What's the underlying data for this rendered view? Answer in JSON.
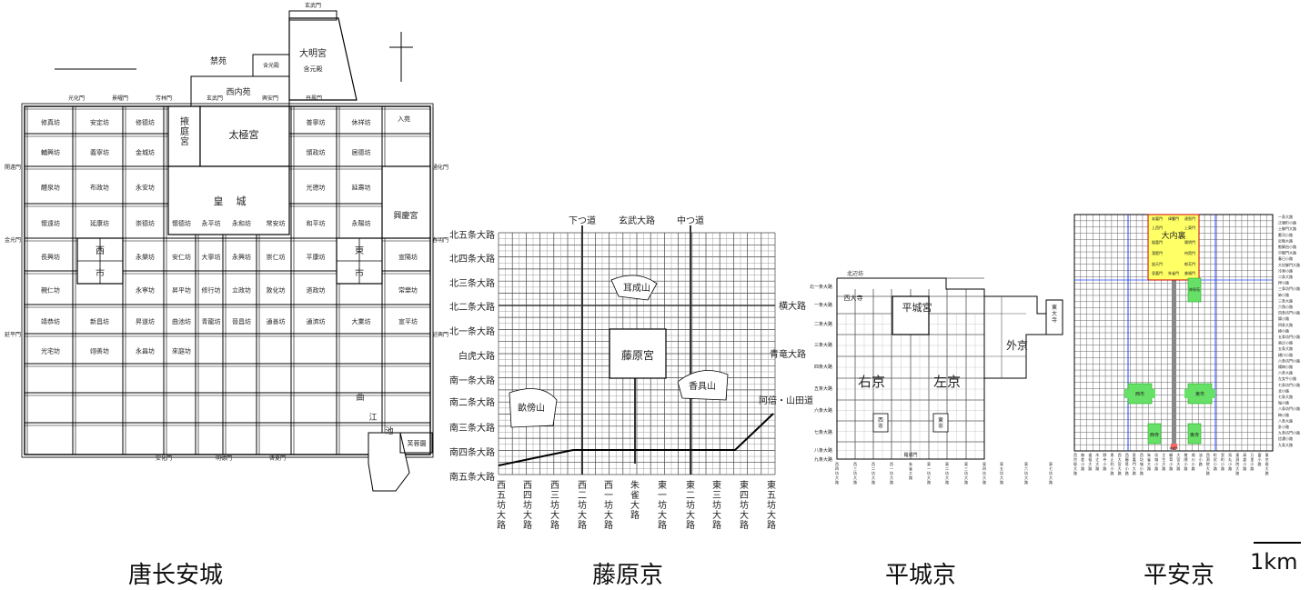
{
  "captions": {
    "changan": "唐长安城",
    "fujiwara": "藤原京",
    "heijo": "平城京",
    "heian": "平安京"
  },
  "scale_label": "1km",
  "changan": {
    "gates_top": [
      "玄武門",
      "大明宮",
      "含元殿",
      "西内苑",
      "含光殿",
      "禁苑",
      "光化門",
      "景曜門",
      "芳林門",
      "玄武門",
      "興安門",
      "丹鳳門"
    ],
    "palaces": [
      "太極宮",
      "掖庭宮",
      "皇城",
      "興慶宮"
    ],
    "markets": [
      "西",
      "市",
      "東",
      "市"
    ],
    "gates_side": [
      "開遠門",
      "金光門",
      "延平門",
      "通化門",
      "春明門",
      "延興門"
    ],
    "gates_bottom": [
      "安化門",
      "明德門",
      "啓夏門"
    ],
    "wards": [
      "修真坊",
      "安定坊",
      "修德坊",
      "普寧坊",
      "休祥坊",
      "輔興坊",
      "義寧坊",
      "金城坊",
      "頒政坊",
      "居德坊",
      "醴泉坊",
      "布政坊",
      "永安坊",
      "光德坊",
      "延壽坊",
      "懷遠坊",
      "延康坊",
      "崇德坊",
      "懷德坊",
      "永平坊",
      "永和坊",
      "常安坊",
      "和平坊",
      "永陽坊",
      "長興坊",
      "永樂坊",
      "安仁坊",
      "大寧坊",
      "永興坊",
      "崇仁坊",
      "平康坊",
      "宣陽坊",
      "親仁坊",
      "永寧坊",
      "昇平坊",
      "修行坊",
      "立政坊",
      "敦化坊",
      "道政坊",
      "常樂坊",
      "靖恭坊",
      "新昌坊",
      "昇道坊",
      "曲池坊",
      "青龍坊",
      "晉昌坊",
      "通善坊",
      "通濟坊",
      "大業坊",
      "宣平坊",
      "光宅坊",
      "翊善坊",
      "永昌坊",
      "來庭坊"
    ],
    "misc": [
      "曲",
      "江",
      "池",
      "芙蓉園",
      "入苑"
    ]
  },
  "fujiwara": {
    "top_roads": [
      "下つ道",
      "玄武大路",
      "中つ道"
    ],
    "left_roads": [
      "北五条大路",
      "北四条大路",
      "北三条大路",
      "北二条大路",
      "北一条大路",
      "白虎大路",
      "南一条大路",
      "南二条大路",
      "南三条大路",
      "南四条大路",
      "南五条大路"
    ],
    "bottom_roads": [
      "西五坊大路",
      "西四坊大路",
      "西三坊大路",
      "西二坊大路",
      "西一坊大路",
      "朱雀大路",
      "東一坊大路",
      "東二坊大路",
      "東三坊大路",
      "東四坊大路",
      "東五坊大路"
    ],
    "features": [
      "耳成山",
      "藤原宮",
      "畝傍山",
      "香具山",
      "横大路",
      "青竜大路",
      "阿倍・山田道"
    ]
  },
  "heijo": {
    "labels": [
      "北辺坊",
      "西大寺",
      "平城宮",
      "右京",
      "左京",
      "外京",
      "東大寺",
      "西市",
      "東市",
      "羅城門"
    ],
    "rows": [
      "北一条大路",
      "一条大路",
      "二条大路",
      "三条大路",
      "四条大路",
      "五条大路",
      "六条大路",
      "七条大路",
      "八条大路",
      "九条大路"
    ],
    "cols": [
      "西四坊大路",
      "西三坊大路",
      "西二坊大路",
      "西一坊大路",
      "朱雀大路",
      "東一坊大路",
      "東二坊大路",
      "東三坊大路",
      "東四坊大路",
      "東五坊大路",
      "東六坊大路",
      "東七坊大路"
    ]
  },
  "heian": {
    "palace": "大内裏",
    "gates": [
      "安嘉門",
      "偉鑒門",
      "達智門",
      "上西門",
      "上東門",
      "殷富門",
      "陽明門",
      "藻壁門",
      "待賢門",
      "談天門",
      "郁芳門",
      "皇嘉門",
      "朱雀門",
      "美福門"
    ],
    "features": [
      "神泉苑",
      "西市",
      "東市",
      "西寺",
      "東寺",
      "羅城門"
    ],
    "right_rows": [
      "一条大路",
      "正親町小路",
      "土御門大路",
      "鷹司小路",
      "近衛大路",
      "勘解由小路",
      "中御門大路",
      "春日小路",
      "大炊御門大路",
      "冷泉小路",
      "二条大路",
      "押小路",
      "三条坊門小路",
      "姉小路",
      "三条大路",
      "六角小路",
      "四条坊門小路",
      "錦小路",
      "四条大路",
      "綾小路",
      "五条坊門小路",
      "高辻小路",
      "五条大路",
      "樋口小路",
      "六条坊門小路",
      "楊梅小路",
      "六条大路",
      "左女牛小路",
      "七条坊門小路",
      "北小路",
      "七条大路",
      "塩小路",
      "八条坊門小路",
      "梅小路",
      "八条大路",
      "針小路",
      "九条坊門小路",
      "信濃小路",
      "九条大路"
    ],
    "bottom_cols": [
      "西京極大路",
      "無差小路",
      "道祖大路",
      "木辻大路",
      "野寺小路",
      "恵止利小路",
      "西大宮大路",
      "西櫛笥小路",
      "皇嘉門大路",
      "西坊城小路",
      "朱雀大路",
      "坊城小路",
      "壬生大路",
      "櫛笥小路",
      "大宮大路",
      "猪隈小路",
      "堀川小路",
      "油小路",
      "西洞院大路",
      "町尻小路",
      "室町小路",
      "烏丸小路",
      "東洞院大路",
      "高倉小路",
      "万里小路",
      "富小路",
      "東京極大路"
    ]
  }
}
